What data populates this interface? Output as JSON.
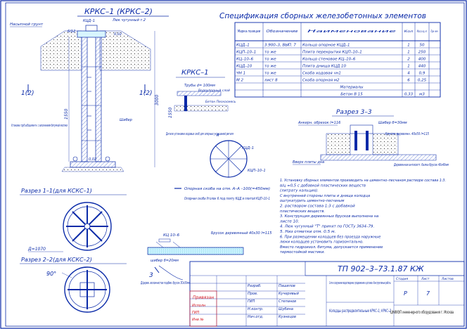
{
  "header": {
    "title_left": "КРКС–1 (КРКС–2)",
    "title_spec": "Спецификация сборных железобетонных элементов",
    "section_krks1": "КРКС–1",
    "section_1_1": "Разрез 1–1(для КСКС–1)",
    "section_2_2": "Разрез 2–2(для КСКС–2)",
    "section_3_3": "Разрез 3–3"
  },
  "spec_table": {
    "headers": [
      "Марка позиции",
      "Обозначение",
      "Наименование",
      "Кол",
      "Масса ед. кг",
      "При- меч."
    ],
    "rows": [
      [
        "КЦД–1",
        "3.900–3, ВЫП. 7",
        "Кольцо опорное КЦД–1",
        "1",
        "50",
        ""
      ],
      [
        "КЦП–10–1",
        "то же",
        "Плита перекрытия КЦП–10–1",
        "1",
        "250",
        ""
      ],
      [
        "КЦ–10–6",
        "то же",
        "Кольцо стеновое КЦ–10–6",
        "2",
        "400",
        ""
      ],
      [
        "КЦД–10",
        "то же",
        "Плита днища КЦД 10",
        "1",
        "440",
        ""
      ],
      [
        "ЧН 1",
        "то же",
        "Скоба ходовая чн1",
        "4",
        "0,9",
        ""
      ],
      [
        "М 2",
        "лист 8",
        "Скоба опорная м2",
        "6",
        "0,25",
        ""
      ]
    ],
    "material_header": "Материалы",
    "material": [
      "Бетон В 15",
      "",
      "",
      "0,33",
      "м3",
      ""
    ]
  },
  "annotations": {
    "left_top": "Насыпной грунт",
    "kcd": "КЦД–1",
    "line_road": "Люк чугунный т.2",
    "dim_002": "0,02",
    "dim_6_12": "6/12",
    "dim_1550": "1550",
    "dim_3000": "3000",
    "cut_1_2_left": "1(2)",
    "cut_1_2_right": "1(2)",
    "hatch_note": "Шибер",
    "pipe_note": "Установка труб асбоцементн. с заполнением битумной мастики",
    "mid_note": "Детали установки ходовых скоб для опорных украшений ригеля",
    "mid_a": "А",
    "kcp": "КЦП–10–1",
    "tube_top": "Трубы d= 100мм",
    "paving": "Водоупорный слой",
    "sand": "Бетон Пескосмесь",
    "lbl_kcd_1": "КЦД–1",
    "lbl_kcp": "КЦП–10–1",
    "brace_note": "Опорная скоба на отм. А–А –100(=450мм)",
    "brace_note2": "Опорная скоба Уголок 6 под плиту КЦД в плитой КЦП–10–1",
    "dim_1070": "Д=1070",
    "angle_90": "90°",
    "cut_3": "3",
    "cut_3b": "3",
    "kc": "КЦ 10–6",
    "shib": "шибер б=20мм",
    "gravel": "Д/дерев. волокнистое подбив. брусок ЗОх30мм",
    "brusok": "Брусок деревянный 40х30 l=115",
    "anchor_top": "Анкерн. обрезок l=116",
    "shib_r": "Шибер б=30мм",
    "wood_r": "Брусок деревянн. 40х50 l=115",
    "edge_note": "Вверх плиты дна",
    "bottom_r": "Деревянная антисепт. балка брусок 40х40мм"
  },
  "notes": [
    "1. Установку сборных элементов производить на цементно–песчаном растворе состава 1:3.",
    "в/ц =0,5 с добавкой пластических веществ",
    "(литрату кальция).",
    "С внутренней стороны плиты и днища колодца",
    "оштукатурить цементно–песчаным",
    "2. раствором состава 1:3 с добавкой",
    "пластических веществ.",
    "3. Конструкция деревянных брусков выполнена на",
    "листе 10.",
    "4. Люк чугунный \"Т\" принят по ГОСТу 3634–79.",
    "5. Низ отметки отм. 0.5 м.",
    "6. При размещении колодцев без проезда наружные",
    "люки колодцев установить горизонтально.",
    "Вместо гидроизол. битума, допускается применение",
    "термостойкой мастики."
  ],
  "title_block": {
    "code": "ТП    902–3–73.1.87 КЖ",
    "org_title": "Сети и сооружения водоотведения, продвижения и доставки. Конструктивные работы.",
    "drawing_title": "Колодцы распределительные КРКС–1; КРКС–2",
    "stage_h": "Стадия",
    "sheet_h": "Лист",
    "sheets_h": "Листов",
    "stage": "Р",
    "sheet": "7",
    "org": "ЦНИИЭП инженерного оборудования г. Москва",
    "privyazan": "Привязан",
    "roles": [
      "Разраб.",
      "Пров.",
      "ГИП",
      "Н.контр.",
      "Нач.отд."
    ],
    "names": [
      "Пашилов",
      "Кучерявый",
      "Степанов",
      "Шубина",
      "Кузнецов"
    ],
    "left_roles": [
      "Исполн",
      "ГИП",
      "Инв №"
    ]
  },
  "colors": {
    "line": "#0a2aa8",
    "text": "#0a2aa8",
    "red": "#d4141e",
    "green": "#0a7a2a",
    "hatch": "#1a3fc0"
  }
}
